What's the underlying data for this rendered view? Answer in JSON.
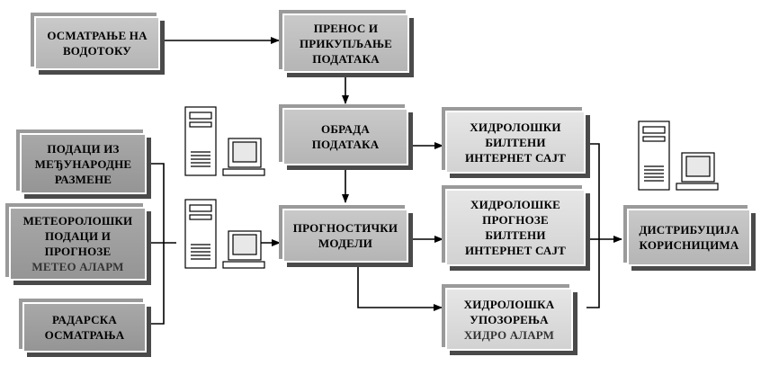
{
  "boxes": {
    "observation": [
      "ОСМАТРАЊЕ НА",
      "ВОДОТОКУ"
    ],
    "transfer": [
      "ПРЕНОС И",
      "ПРИКУПЉАЊЕ",
      "ПОДАТАКА"
    ],
    "processing": [
      "ОБРАДА",
      "ПОДАТАКА"
    ],
    "forecast_models": [
      "ПРОГНОСТИЧКИ",
      "МОДЕЛИ"
    ],
    "intl_data": [
      "ПОДАЦИ ИЗ",
      "МЕЂУНАРОДНЕ",
      "РАЗМЕНЕ"
    ],
    "meteo": [
      "МЕТЕОРОЛОШКИ",
      "ПОДАЦИ И",
      "ПРОГНОЗЕ"
    ],
    "meteo_alarm": "МЕТЕО АЛАРМ",
    "radar": [
      "РАДАРСКА",
      "ОСМАТРАЊА"
    ],
    "bulletins": [
      "ХИДРОЛОШКИ",
      "БИЛТЕНИ",
      "ИНТЕРНЕТ САЈТ"
    ],
    "forecast_bulletins": [
      "ХИДРОЛОШКЕ",
      "ПРОГНОЗЕ",
      "БИЛТЕНИ",
      "ИНТЕРНЕТ САЈТ"
    ],
    "warnings": [
      "ХИДРОЛОШКА",
      "УПОЗОРЕЊА"
    ],
    "hydro_alarm": "ХИДРО АЛАРМ",
    "distribution": [
      "ДИСТРИБУЦИЈА",
      "КОРИСНИЦИМА"
    ]
  },
  "colors": {
    "box_fill": "#bdbdbd",
    "box_shadow": "#4a4a4a",
    "arrow": "#000000"
  },
  "icons": [
    "computer-icon",
    "computer-icon",
    "computer-icon"
  ]
}
